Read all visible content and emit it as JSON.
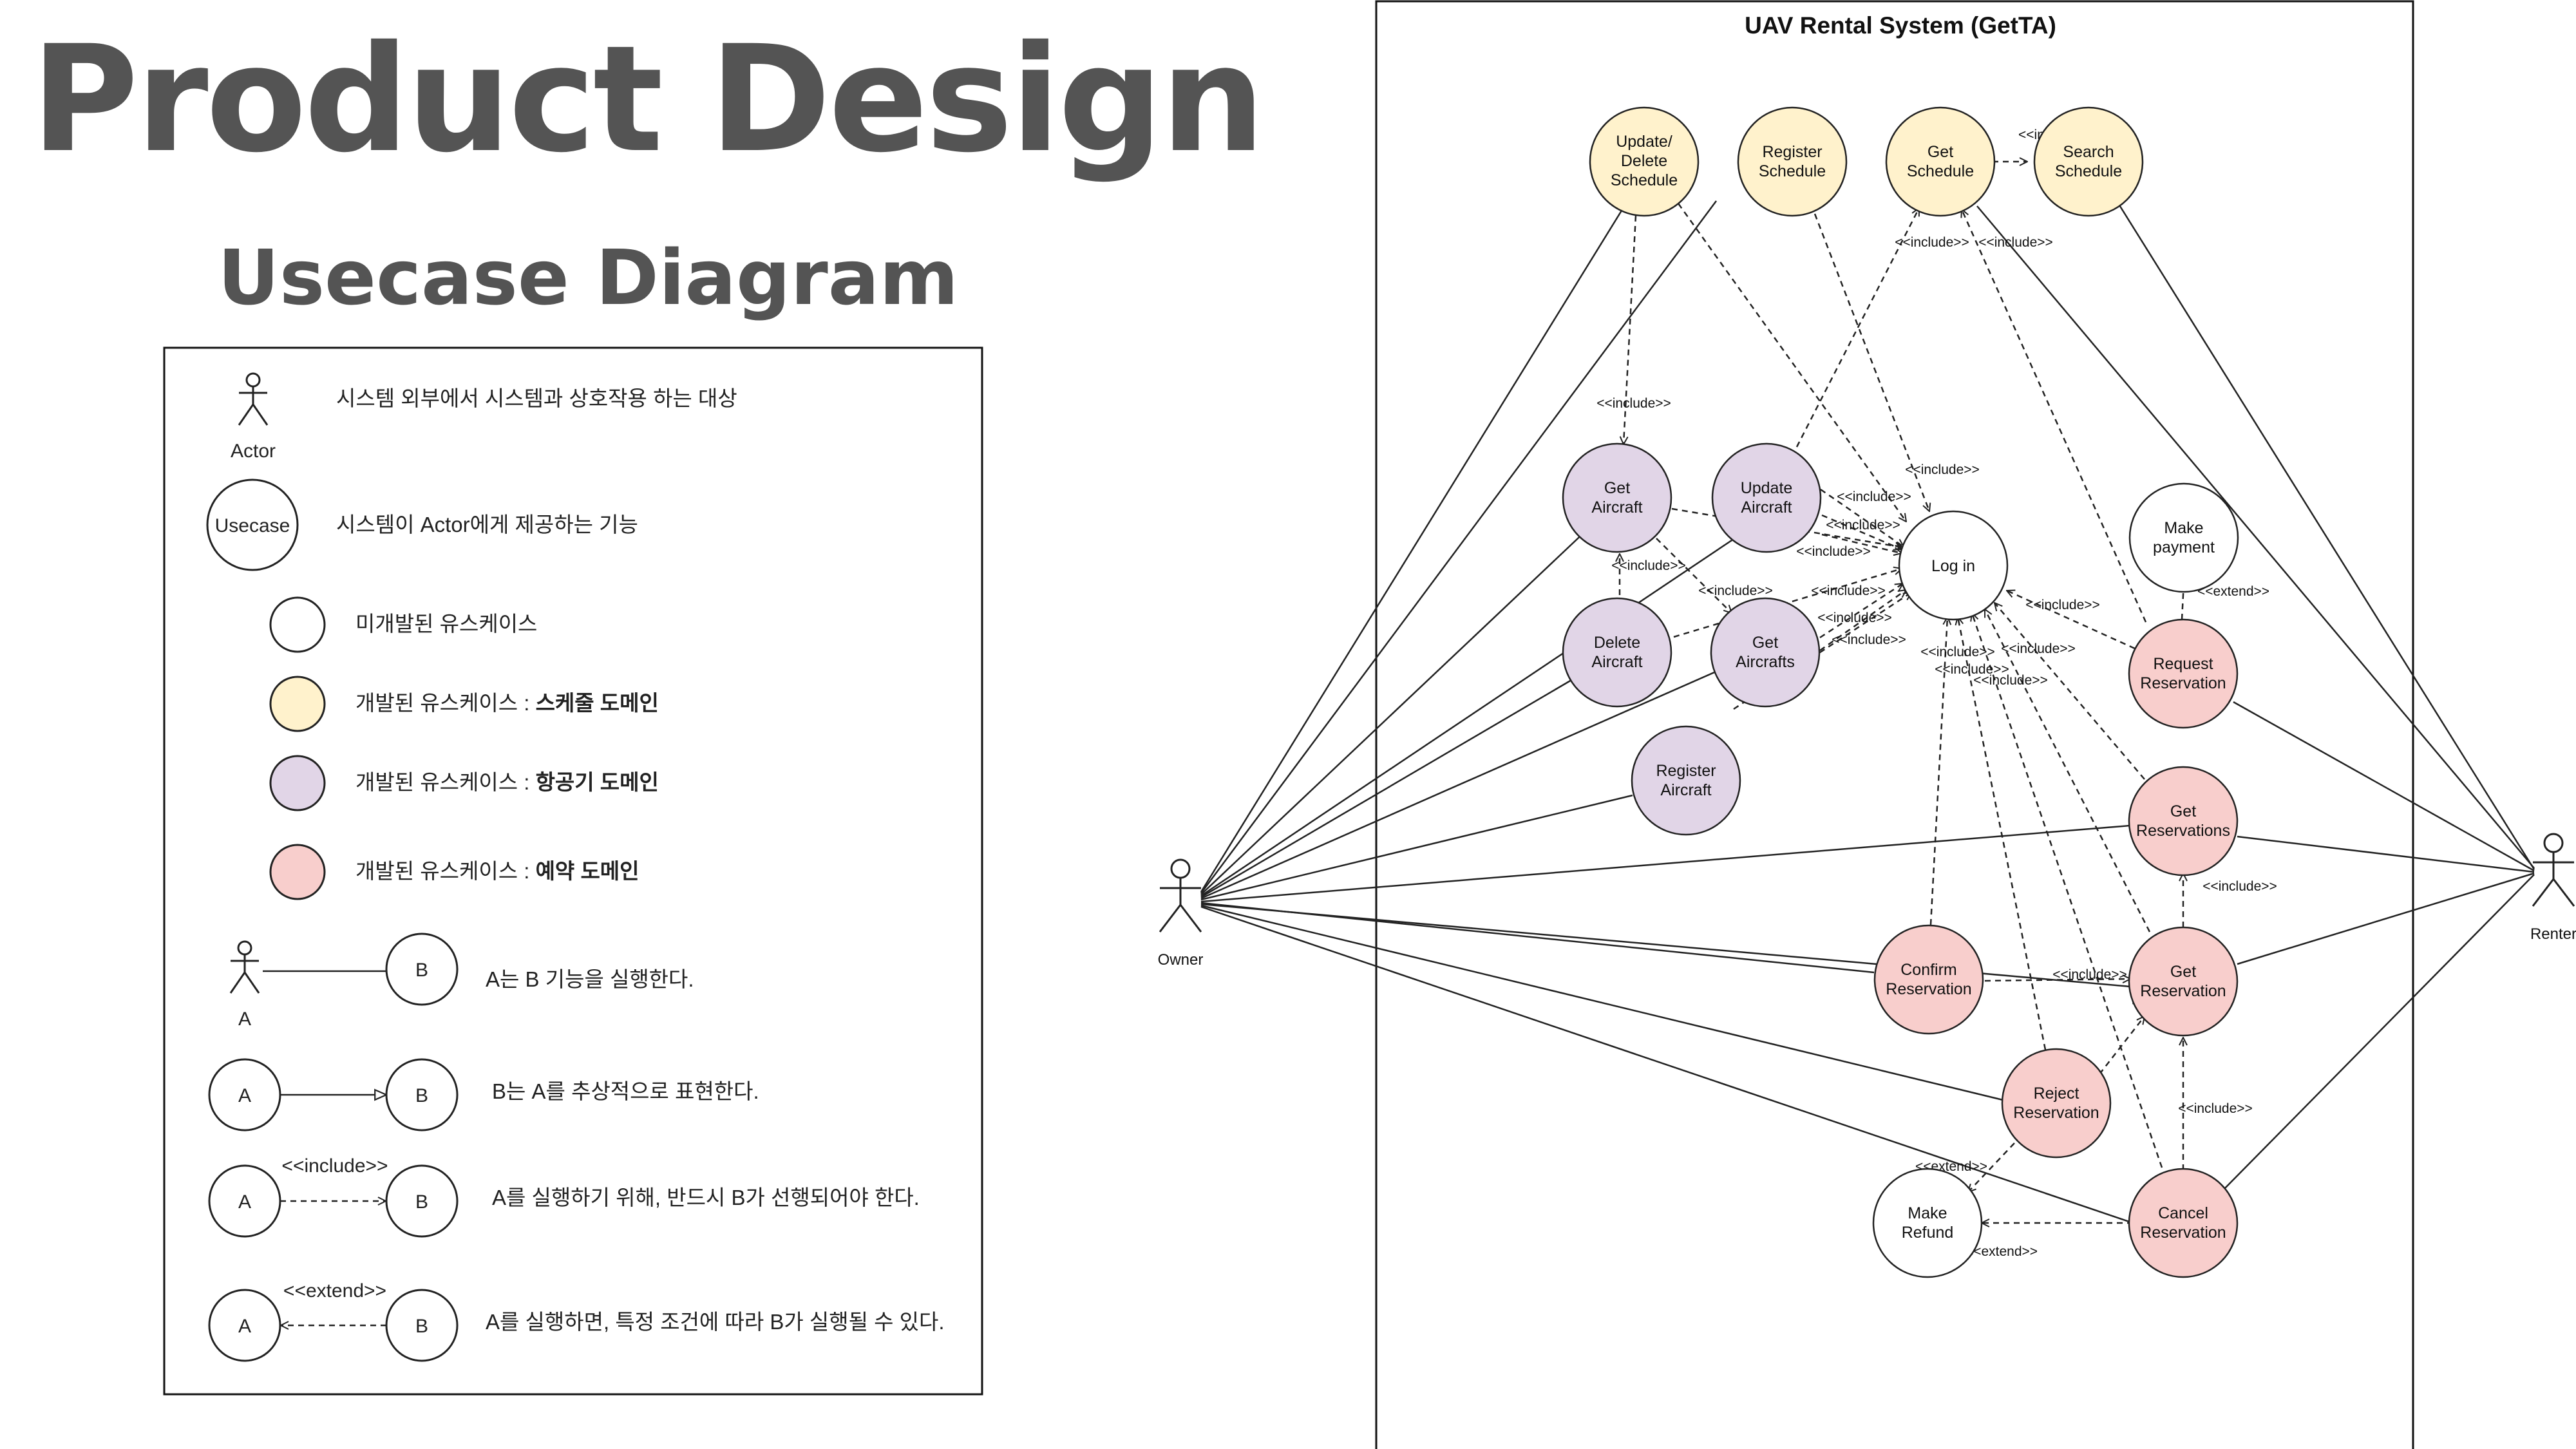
{
  "header": {
    "title": "Product Design",
    "subtitle": "Usecase Diagram"
  },
  "legend": {
    "actor_label": "Actor",
    "actor_desc": "시스템 외부에서 시스템과 상호작용 하는 대상",
    "usecase_label": "Usecase",
    "usecase_desc": "시스템이 Actor에게 제공하는 기능",
    "undeveloped_desc": "미개발된 유스케이스",
    "developed_prefix": "개발된 유스케이스 : ",
    "schedule_domain": "스케줄 도메인",
    "aircraft_domain": "항공기 도메인",
    "reservation_domain": "예약 도메인",
    "label_a": "A",
    "label_b": "B",
    "assoc_desc": "A는 B 기능을 실행한다.",
    "generalization_desc": "B는 A를 추상적으로 표현한다.",
    "include_label": "<<include>>",
    "include_desc": "A를 실행하기 위해, 반드시 B가 선행되어야 한다.",
    "extend_label": "<<extend>>",
    "extend_desc": "A를 실행하면, 특정 조건에 따라 B가 실행될 수 있다.",
    "colors": {
      "undeveloped": "#ffffff",
      "schedule": "#fff2cc",
      "aircraft": "#e1d5e7",
      "reservation": "#f8cecc"
    }
  },
  "diagram": {
    "system_title": "UAV Rental System (GetTA)",
    "actors": {
      "owner": "Owner",
      "renter": "Renter"
    },
    "usecases": {
      "update_delete_schedule": [
        "Update/",
        "Delete",
        "Schedule"
      ],
      "register_schedule": [
        "Register",
        "Schedule"
      ],
      "get_schedule": [
        "Get",
        "Schedule"
      ],
      "search_schedule": [
        "Search",
        "Schedule"
      ],
      "get_aircraft": [
        "Get",
        "Aircraft"
      ],
      "update_aircraft": [
        "Update",
        "Aircraft"
      ],
      "delete_aircraft": [
        "Delete",
        "Aircraft"
      ],
      "get_aircrafts": [
        "Get",
        "Aircrafts"
      ],
      "register_aircraft": [
        "Register",
        "Aircraft"
      ],
      "log_in": [
        "Log in"
      ],
      "make_payment": [
        "Make",
        "payment"
      ],
      "request_reservation": [
        "Request",
        "Reservation"
      ],
      "get_reservations": [
        "Get",
        "Reservations"
      ],
      "confirm_reservation": [
        "Confirm",
        "Reservation"
      ],
      "get_reservation": [
        "Get",
        "Reservation"
      ],
      "reject_reservation": [
        "Reject",
        "Reservation"
      ],
      "make_refund": [
        "Make",
        "Refund"
      ],
      "cancel_reservation": [
        "Cancel",
        "Reservation"
      ]
    },
    "include_label": "<<include>>",
    "extend_label": "<<extend>>"
  }
}
